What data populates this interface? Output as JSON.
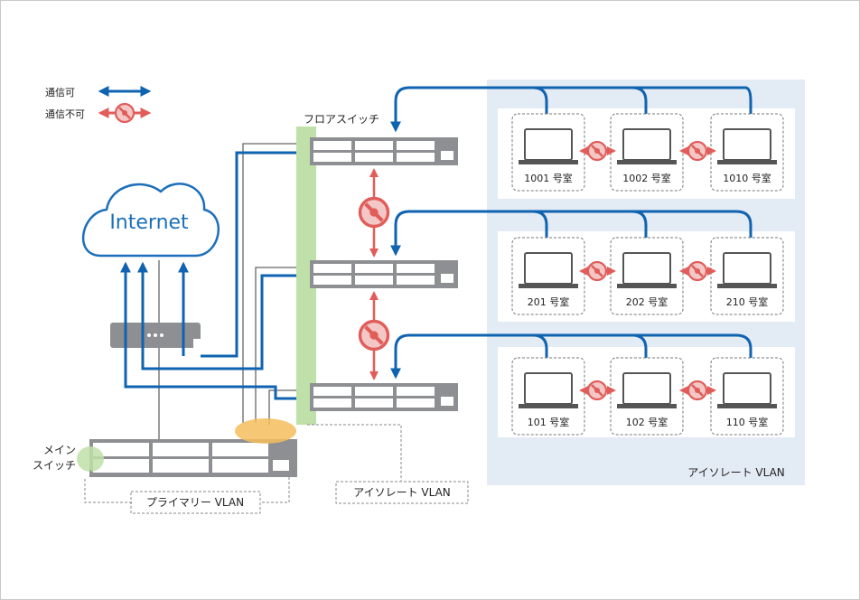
{
  "legend": {
    "comm_ok": "通信可",
    "comm_ng": "通信不可"
  },
  "cloud": {
    "label": "Internet"
  },
  "floor_switch_label": "フロアスイッチ",
  "main_switch_label": {
    "line1": "メイン",
    "line2": "スイッチ"
  },
  "vlans": {
    "primary": "プライマリー VLAN",
    "isolated_small": "アイソレート VLAN",
    "isolated_area": "アイソレート VLAN"
  },
  "floors": [
    {
      "rooms": [
        "1001 号室",
        "1002 号室",
        "1010 号室"
      ]
    },
    {
      "rooms": [
        "201 号室",
        "202 号室",
        "210 号室"
      ]
    },
    {
      "rooms": [
        "101 号室",
        "102 号室",
        "110 号室"
      ]
    }
  ],
  "colors": {
    "link_blue": "#0f63b0",
    "block_red": "#e05d5a",
    "switch_gray": "#8d8f92",
    "primary_green": "#bfe0a8",
    "isolated_orange": "#f5bd5c",
    "vlan_area": "#e3ebf5"
  }
}
